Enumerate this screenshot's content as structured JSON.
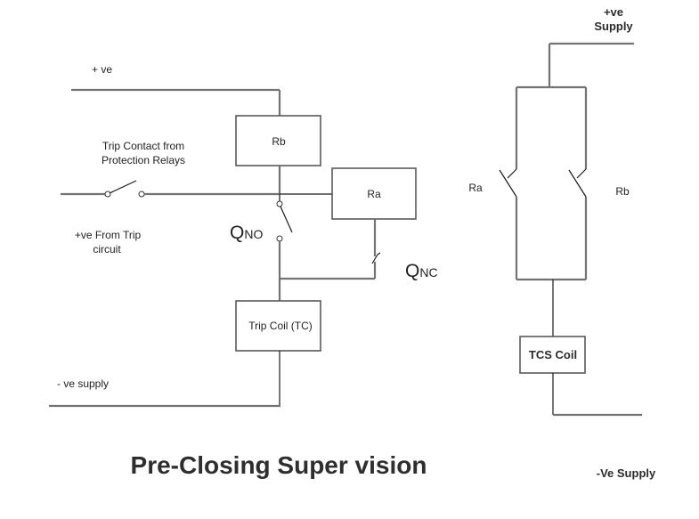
{
  "title": "Pre-Closing Super vision",
  "left_circuit": {
    "positive_label": "+ ve",
    "trip_contact_label_line1": "Trip Contact from",
    "trip_contact_label_line2": "Protection Relays",
    "trip_input_label_line1": "+ve From Trip",
    "trip_input_label_line2": "circuit",
    "negative_label": "- ve supply",
    "relay_rb_label": "Rb",
    "relay_ra_label": "Ra",
    "trip_coil_label": "Trip Coil (TC)",
    "qno_main": "Q",
    "qno_sub": "NO",
    "qnc_main": "Q",
    "qnc_sub": "NC"
  },
  "right_circuit": {
    "positive_label_line1": "+ve",
    "positive_label_line2": "Supply",
    "contact_ra_label": "Ra",
    "contact_rb_label": "Rb",
    "tcs_coil_label": "TCS Coil",
    "negative_label": "-Ve Supply"
  }
}
